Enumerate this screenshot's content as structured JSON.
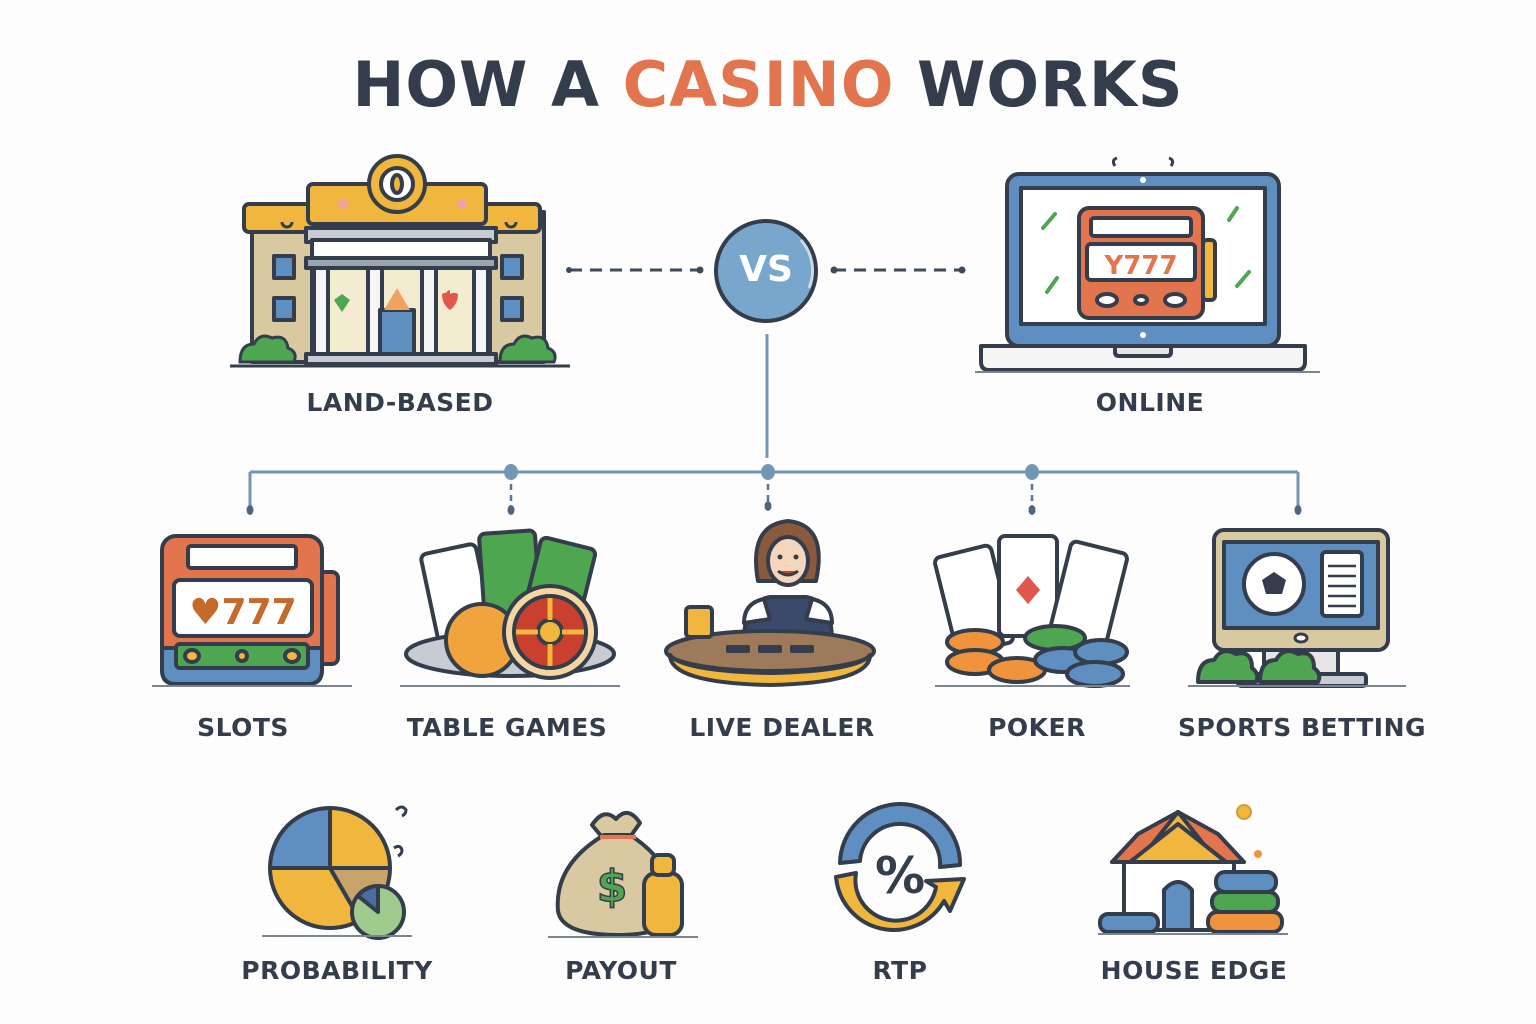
{
  "title": {
    "prefix": "HOW A",
    "highlight": "CASINO",
    "suffix": "WORKS",
    "colors": {
      "text": "#333d4b",
      "highlight": "#e2754d"
    }
  },
  "comparison": {
    "left": {
      "label": "LAND-BASED",
      "icon": "casino-building-icon"
    },
    "center": {
      "label": "VS",
      "color": "#79a6cc"
    },
    "right": {
      "label": "ONLINE",
      "icon": "laptop-slot-machine-icon"
    }
  },
  "games": [
    {
      "label": "SLOTS",
      "icon": "slot-machine-icon"
    },
    {
      "label": "TABLE GAMES",
      "icon": "cards-and-roulette-icon"
    },
    {
      "label": "LIVE DEALER",
      "icon": "dealer-at-table-icon"
    },
    {
      "label": "POKER",
      "icon": "cards-and-chips-icon"
    },
    {
      "label": "SPORTS BETTING",
      "icon": "monitor-soccer-ball-icon"
    }
  ],
  "concepts": [
    {
      "label": "PROBABILITY",
      "icon": "pie-chart-icon"
    },
    {
      "label": "PAYOUT",
      "icon": "money-bag-icon"
    },
    {
      "label": "RTP",
      "icon": "percent-cycle-icon"
    },
    {
      "label": "HOUSE EDGE",
      "icon": "house-with-chips-icon"
    }
  ],
  "palette": {
    "stroke": "#333d4b",
    "blue": "#5f8fc0",
    "orange": "#e2754d",
    "yellow": "#f1b63d",
    "green": "#4fa651",
    "connector": "#7396b6"
  }
}
